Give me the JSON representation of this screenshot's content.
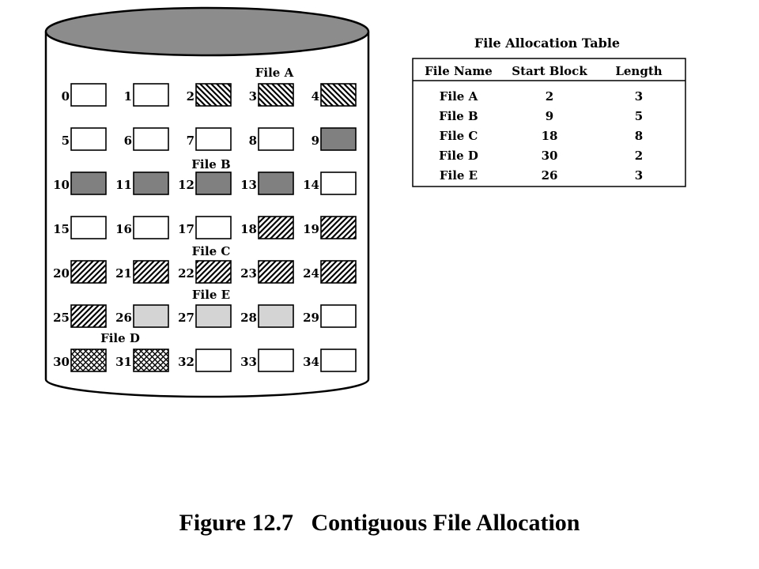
{
  "blocks": [
    {
      "n": "0",
      "fill": "empty"
    },
    {
      "n": "1",
      "fill": "empty"
    },
    {
      "n": "2",
      "fill": "backslash"
    },
    {
      "n": "3",
      "fill": "backslash"
    },
    {
      "n": "4",
      "fill": "backslash"
    },
    {
      "n": "5",
      "fill": "empty"
    },
    {
      "n": "6",
      "fill": "empty"
    },
    {
      "n": "7",
      "fill": "empty"
    },
    {
      "n": "8",
      "fill": "empty"
    },
    {
      "n": "9",
      "fill": "dark"
    },
    {
      "n": "10",
      "fill": "dark"
    },
    {
      "n": "11",
      "fill": "dark"
    },
    {
      "n": "12",
      "fill": "dark"
    },
    {
      "n": "13",
      "fill": "dark"
    },
    {
      "n": "14",
      "fill": "empty"
    },
    {
      "n": "15",
      "fill": "empty"
    },
    {
      "n": "16",
      "fill": "empty"
    },
    {
      "n": "17",
      "fill": "empty"
    },
    {
      "n": "18",
      "fill": "slash"
    },
    {
      "n": "19",
      "fill": "slash"
    },
    {
      "n": "20",
      "fill": "slash"
    },
    {
      "n": "21",
      "fill": "slash"
    },
    {
      "n": "22",
      "fill": "slash"
    },
    {
      "n": "23",
      "fill": "slash"
    },
    {
      "n": "24",
      "fill": "slash"
    },
    {
      "n": "25",
      "fill": "slash"
    },
    {
      "n": "26",
      "fill": "light"
    },
    {
      "n": "27",
      "fill": "light"
    },
    {
      "n": "28",
      "fill": "light"
    },
    {
      "n": "29",
      "fill": "empty"
    },
    {
      "n": "30",
      "fill": "cross"
    },
    {
      "n": "31",
      "fill": "cross"
    },
    {
      "n": "32",
      "fill": "empty"
    },
    {
      "n": "33",
      "fill": "empty"
    },
    {
      "n": "34",
      "fill": "empty"
    }
  ],
  "file_labels": {
    "a": "File A",
    "b": "File B",
    "c": "File C",
    "e": "File E",
    "d": "File D"
  },
  "colors": {
    "cylinder_top": "#8c8c8c",
    "dark_block": "#808080",
    "light_block": "#d4d4d4",
    "stroke": "#000000"
  },
  "fat": {
    "title": "File Allocation Table",
    "headers": [
      "File Name",
      "Start Block",
      "Length"
    ],
    "rows": [
      [
        "File A",
        "2",
        "3"
      ],
      [
        "File B",
        "9",
        "5"
      ],
      [
        "File C",
        "18",
        "8"
      ],
      [
        "File D",
        "30",
        "2"
      ],
      [
        "File E",
        "26",
        "3"
      ]
    ]
  },
  "caption": "Figure 12.7   Contiguous File Allocation"
}
